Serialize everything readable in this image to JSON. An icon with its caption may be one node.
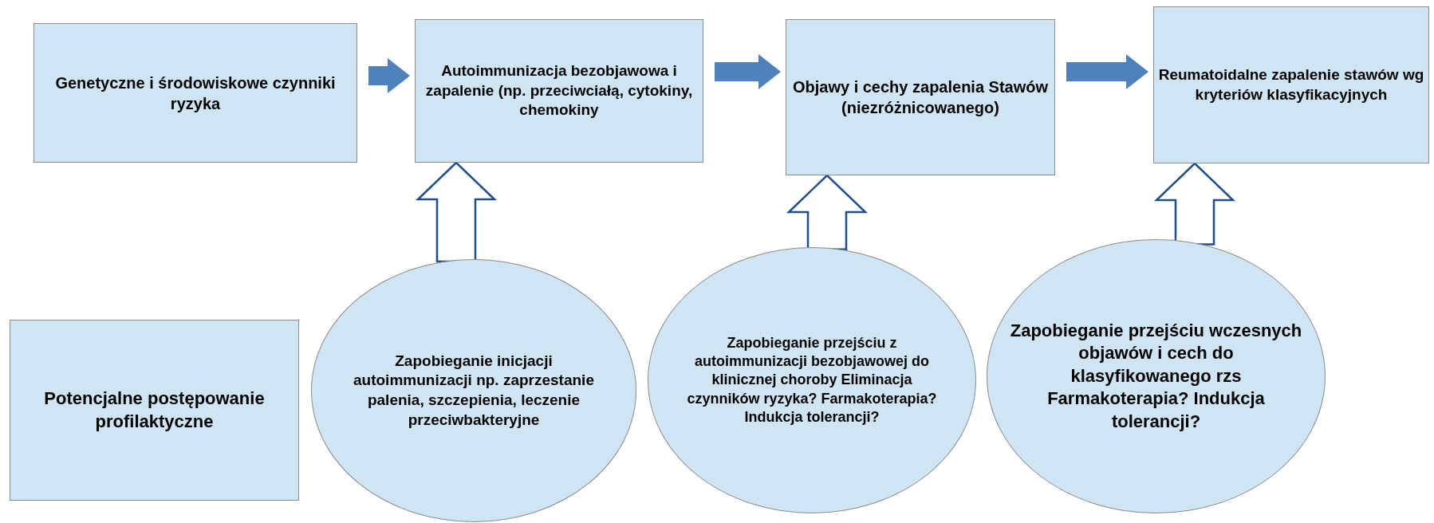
{
  "diagram": {
    "nodes": [
      {
        "text": [
          "Genetyczne i środowiskowe czynniki ryzyka"
        ]
      },
      {
        "text": [
          "Autoimmunizacja bezobjawowa i zapalenie (np. przeciwciałą, cytokiny, chemokiny"
        ]
      },
      {
        "text": [
          "Objawy i cechy zapalenia Stawów (niezróżnicowanego)"
        ]
      },
      {
        "text": [
          "Reumatoidalne zapalenie stawów  wg kryteriów klasyfikacyjnych"
        ]
      },
      {
        "text": [
          "Potencjalne postępowanie profilaktyczne"
        ]
      },
      {
        "text": [
          "Zapobieganie inicjacji autoimmunizacji np. zaprzestanie palenia, szczepienia, leczenie przeciwbakteryjne"
        ]
      },
      {
        "text": [
          "Zapobieganie przejściu z autoimmunizacji bezobjawowej do klinicznej choroby Eliminacja czynników ryzyka? Farmakoterapia? Indukcja tolerancji?"
        ]
      },
      {
        "text": [
          "Zapobieganie przejściu wczesnych objawów i cech do klasyfikowanego rzs Farmakoterapia? Indukcja tolerancji?"
        ]
      }
    ],
    "edges": [
      {
        "from": 0,
        "to": 1,
        "arrow": "to",
        "style": "thick",
        "color": "#4f81bd"
      },
      {
        "from": 1,
        "to": 2,
        "arrow": "to",
        "style": "thick",
        "color": "#4f81bd"
      },
      {
        "from": 2,
        "to": 3,
        "arrow": "to",
        "style": "thick",
        "color": "#4f81bd"
      },
      {
        "from": 5,
        "to": 1,
        "arrow": "to",
        "color": "#1f4e89"
      },
      {
        "from": 6,
        "to": 2,
        "arrow": "to",
        "color": "#1f4e89"
      },
      {
        "from": 7,
        "to": 3,
        "arrow": "to",
        "color": "#1f4e89"
      }
    ]
  }
}
